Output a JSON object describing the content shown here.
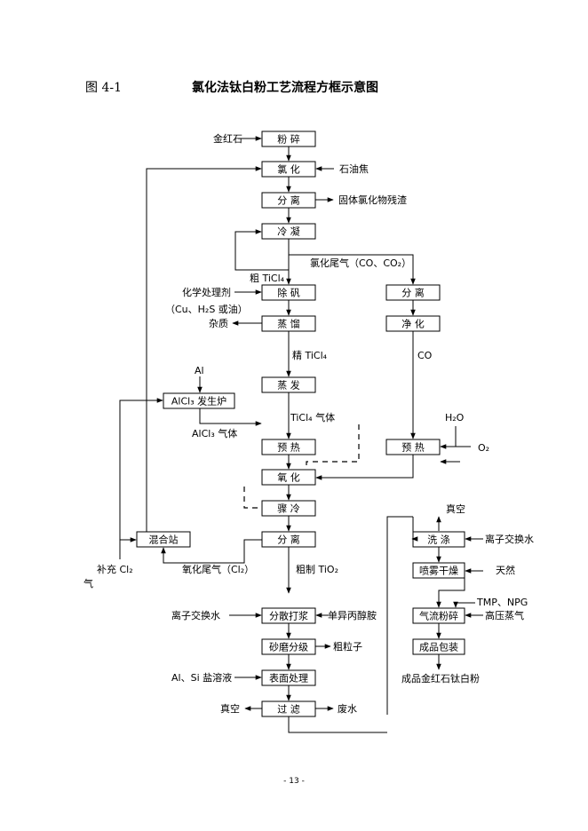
{
  "figure_label": "图 4-1",
  "title": "氯化法钛白粉工艺流程方框示意图",
  "page_number": "- 13 -",
  "boxes": {
    "crush": "粉    碎",
    "chlorinate": "氯    化",
    "separate1": "分    离",
    "condense": "冷    凝",
    "remove_v": "除    矾",
    "distill": "蒸    馏",
    "evaporate": "蒸    发",
    "preheat1": "预    热",
    "oxidize": "氧    化",
    "quench": "骤    冷",
    "separate2": "分    离",
    "disperse": "分散打浆",
    "sand_mill": "砂磨分级",
    "surface": "表面处理",
    "filter": "过    滤",
    "separate3": "分    离",
    "purify": "净    化",
    "preheat2": "预    热",
    "alcl3_gen": "AlCl₃ 发生炉",
    "mixing": "混合站",
    "wash": "洗    涤",
    "spray_dry": "喷雾干燥",
    "jet_mill": "气流粉碎",
    "pack": "成品包装"
  },
  "labels": {
    "rutile": "金红石",
    "petcoke": "石油焦",
    "solid_slag": "固体氯化物残渣",
    "crude_ticl4": "粗 TiCl₄",
    "tail_gas": "氯化尾气（CO、CO₂）",
    "chem_agent": "化学处理剂",
    "chem_agent2": "（Cu、H₂S 或油）",
    "impurity": "杂质",
    "fine_ticl4": "精 TiCl₄",
    "al": "Al",
    "ticl4_gas": "TiCl₄ 气体",
    "alcl3_gas": "AlCl₃ 气体",
    "co": "CO",
    "h2o": "H₂O",
    "o2": "O₂",
    "vacuum1": "真空",
    "ion_water1": "离子交换水",
    "natural_gas": "天然",
    "tmp_npg": "TMP、NPG",
    "hp_steam": "高压蒸气",
    "product": "成品金红石钛白粉",
    "oxide_tail": "氧化尾气（Cl₂）",
    "crude_tio2": "粗制 TiO₂",
    "make_cl2": "补充 Cl₂",
    "make_cl2b": "气",
    "ion_water2": "离子交换水",
    "monoisopropanolamine": "单异丙醇胺",
    "coarse": "粗粒子",
    "al_si": "Al、Si 盐溶液",
    "vacuum2": "真空",
    "waste_water": "废水"
  }
}
